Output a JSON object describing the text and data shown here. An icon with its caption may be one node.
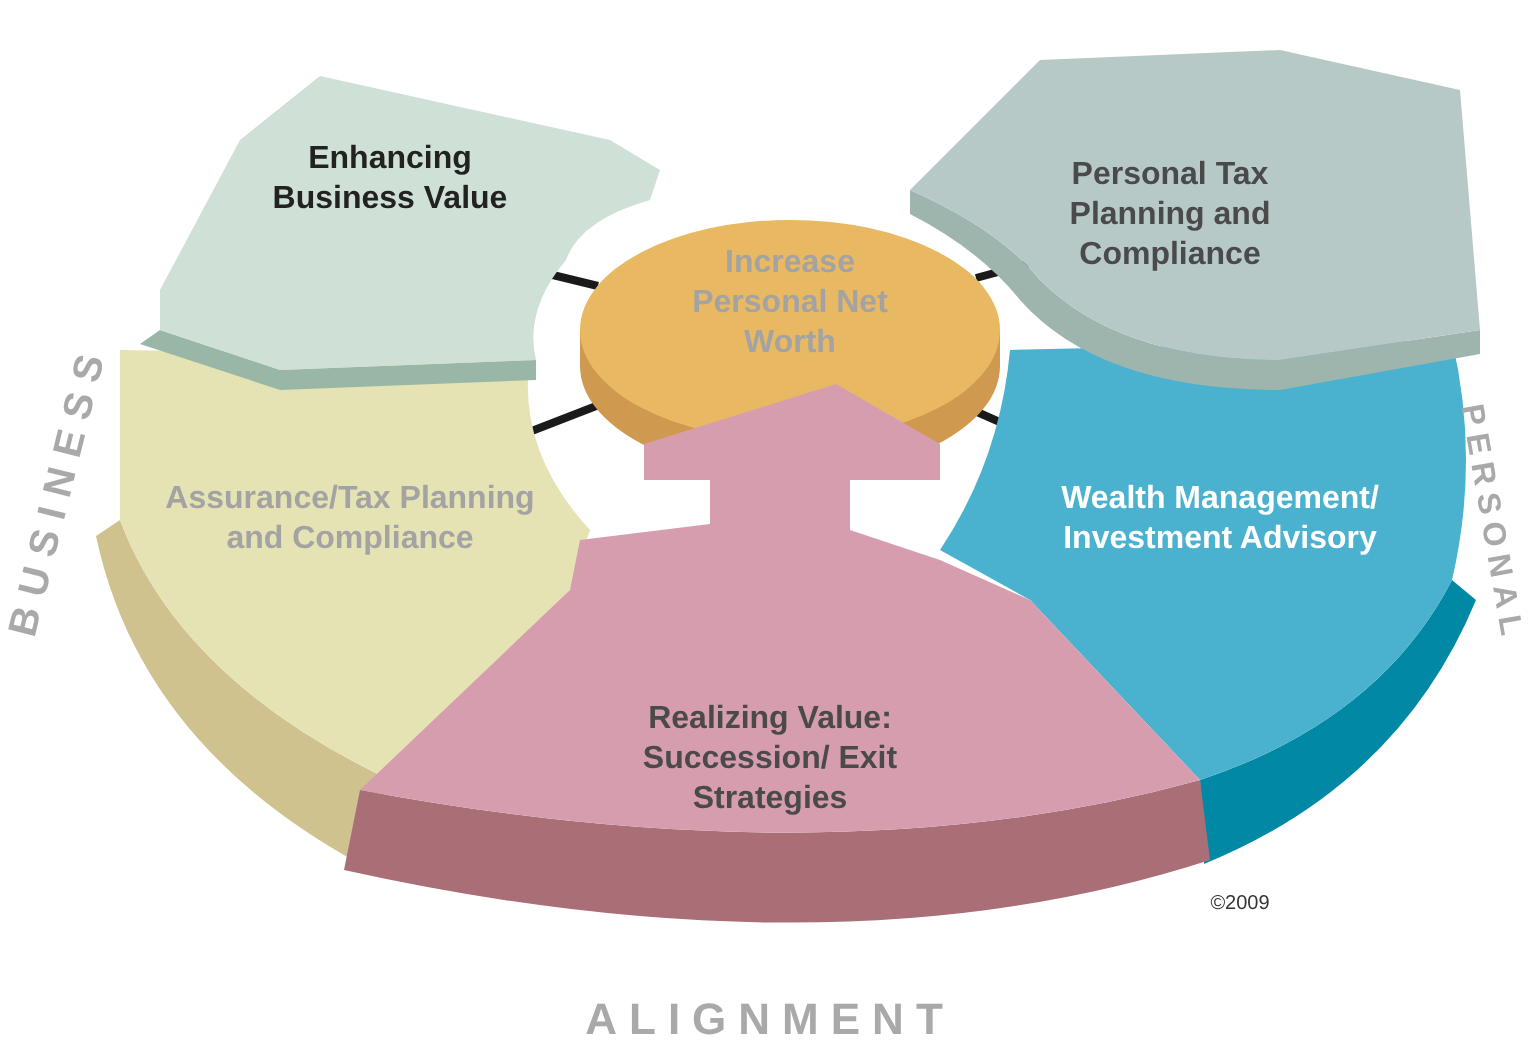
{
  "diagram": {
    "nodes": [
      {
        "text": [
          "Enhancing Business Value"
        ]
      },
      {
        "text": [
          "Personal Tax Planning and Compliance"
        ]
      },
      {
        "text": [
          "Increase Personal Net Worth"
        ]
      },
      {
        "text": [
          "Assurance/Tax Planning and Compliance"
        ]
      },
      {
        "text": [
          "Wealth Management/ Investment Advisory"
        ]
      },
      {
        "text": [
          "Realizing Value: Succession/ Exit Strategies"
        ]
      }
    ],
    "edges": [
      {
        "from": 2,
        "to": 0,
        "arrow": "none"
      },
      {
        "from": 2,
        "to": 1,
        "arrow": "none"
      },
      {
        "from": 2,
        "to": 3,
        "arrow": "none"
      },
      {
        "from": 2,
        "to": 4,
        "arrow": "none"
      }
    ],
    "labels": [
      "BUSINESS",
      "PERSONAL",
      "ALIGNMENT",
      "©2009"
    ]
  }
}
